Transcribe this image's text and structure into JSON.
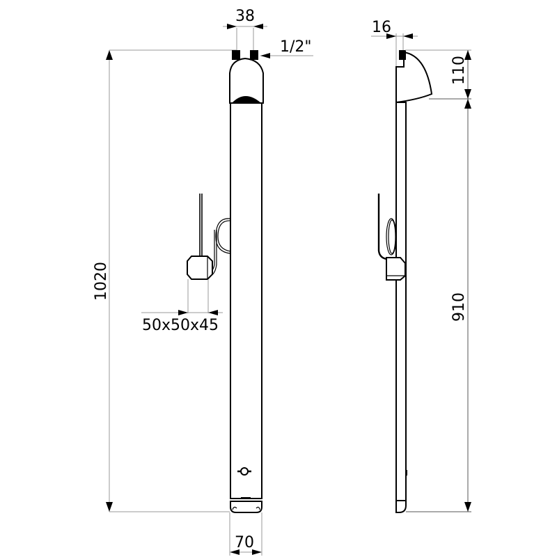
{
  "drawing": {
    "title": "Shower panel technical drawing",
    "views": [
      "front-view",
      "side-view"
    ],
    "colors": {
      "line": "#000000",
      "dimension_line": "#9a9a9a",
      "background": "#ffffff"
    }
  },
  "dimensions": {
    "total_height": "1020",
    "inlet_spacing": "38",
    "inlet_thread": "1/2\"",
    "panel_width": "70",
    "hand_shower": "50x50x45",
    "wall_offset": "16",
    "head_height": "110",
    "body_height": "910"
  }
}
